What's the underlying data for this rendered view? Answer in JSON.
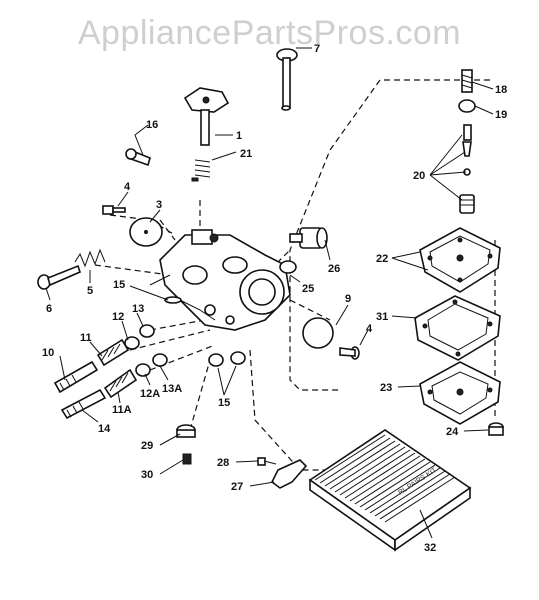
{
  "watermark": "AppliancePartsPros.com",
  "kit_label": "RL PAIRS KIT",
  "parts": {
    "p1": "1",
    "p3": "3",
    "p4a": "4",
    "p4b": "4",
    "p5": "5",
    "p6": "6",
    "p7": "7",
    "p9": "9",
    "p10": "10",
    "p11": "11",
    "p11a": "11A",
    "p12": "12",
    "p12a": "12A",
    "p13": "13",
    "p13a": "13A",
    "p14": "14",
    "p15a": "15",
    "p15b": "15",
    "p16": "16",
    "p18": "18",
    "p19": "19",
    "p20": "20",
    "p21": "21",
    "p22": "22",
    "p23": "23",
    "p24": "24",
    "p25": "25",
    "p26": "26",
    "p27": "27",
    "p28": "28",
    "p29": "29",
    "p30": "30",
    "p31": "31",
    "p32": "32"
  }
}
